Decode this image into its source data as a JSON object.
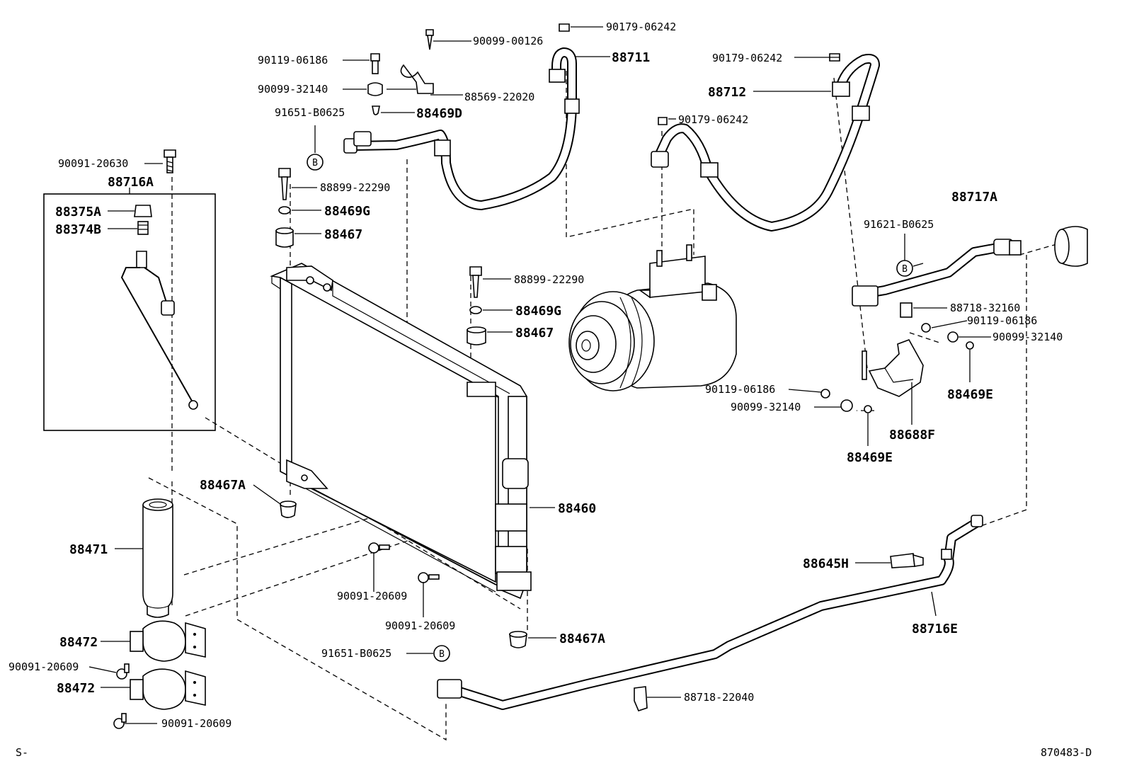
{
  "labels": {
    "p90099_00126": "90099-00126",
    "p90179_06242_a": "90179-06242",
    "p88711": "88711",
    "p90119_06186_a": "90119-06186",
    "p90099_32140_a": "90099-32140",
    "p88569_22020": "88569-22020",
    "p91651_b0625_a": "91651-B0625",
    "p88469d": "88469D",
    "p90179_06242_b": "90179-06242",
    "p88712": "88712",
    "p90179_06242_c": "90179-06242",
    "p90091_20630": "90091-20630",
    "p88716a": "88716A",
    "p88899_22290_a": "88899-22290",
    "p88375a": "88375A",
    "p88469g_a": "88469G",
    "p88374b": "88374B",
    "p88467_a": "88467",
    "p88717a": "88717A",
    "p91621_b0625": "91621-B0625",
    "p88899_22290_b": "88899-22290",
    "p88469g_b": "88469G",
    "p88467_b": "88467",
    "p88718_32160": "88718-32160",
    "p90119_06186_b": "90119-06186",
    "p90099_32140_b": "90099-32140",
    "p88469e_a": "88469E",
    "p90119_06186_c": "90119-06186",
    "p90099_32140_c": "90099-32140",
    "p88688f": "88688F",
    "p88469e_b": "88469E",
    "p88467a_a": "88467A",
    "p88460": "88460",
    "p88471": "88471",
    "p88645h": "88645H",
    "p90091_20609_a": "90091-20609",
    "p90091_20609_b": "90091-20609",
    "p88716e": "88716E",
    "p88472_a": "88472",
    "p88467a_b": "88467A",
    "p90091_20609_c": "90091-20609",
    "p91651_b0625_b": "91651-B0625",
    "p88472_b": "88472",
    "p88718_22040": "88718-22040",
    "p90091_20609_d": "90091-20609"
  },
  "markers": {
    "b_symbol": "B"
  },
  "footer": {
    "left": "S-",
    "right": "870483-D"
  }
}
